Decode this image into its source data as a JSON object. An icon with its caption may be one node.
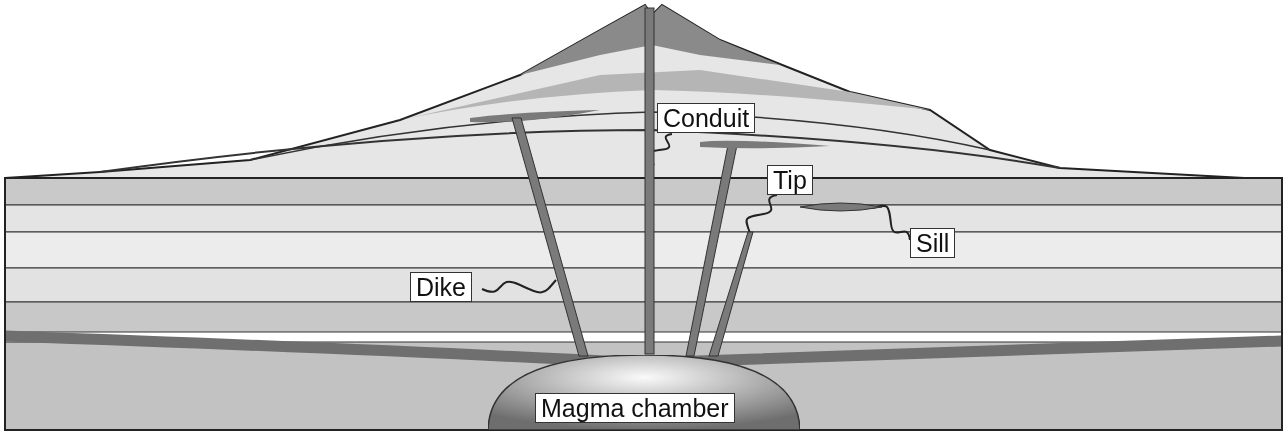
{
  "diagram": {
    "nodes": [
      {
        "text": [
          "Conduit"
        ]
      },
      {
        "text": [],
        "shape": "bar"
      },
      {
        "text": [
          "Tip"
        ]
      },
      {
        "text": [],
        "shape": "bar"
      },
      {
        "text": [
          "Sill"
        ]
      },
      {
        "text": [],
        "shape": "bar"
      },
      {
        "text": [
          "Dike"
        ]
      },
      {
        "text": [],
        "shape": "bar"
      },
      {
        "text": [
          "Magma chamber"
        ]
      }
    ],
    "edges": [
      {
        "from": 0,
        "to": 1,
        "arrow": "none"
      },
      {
        "from": 2,
        "to": 3,
        "arrow": "none"
      },
      {
        "from": 4,
        "to": 5,
        "arrow": "none"
      },
      {
        "from": 6,
        "to": 7,
        "arrow": "none"
      }
    ]
  }
}
